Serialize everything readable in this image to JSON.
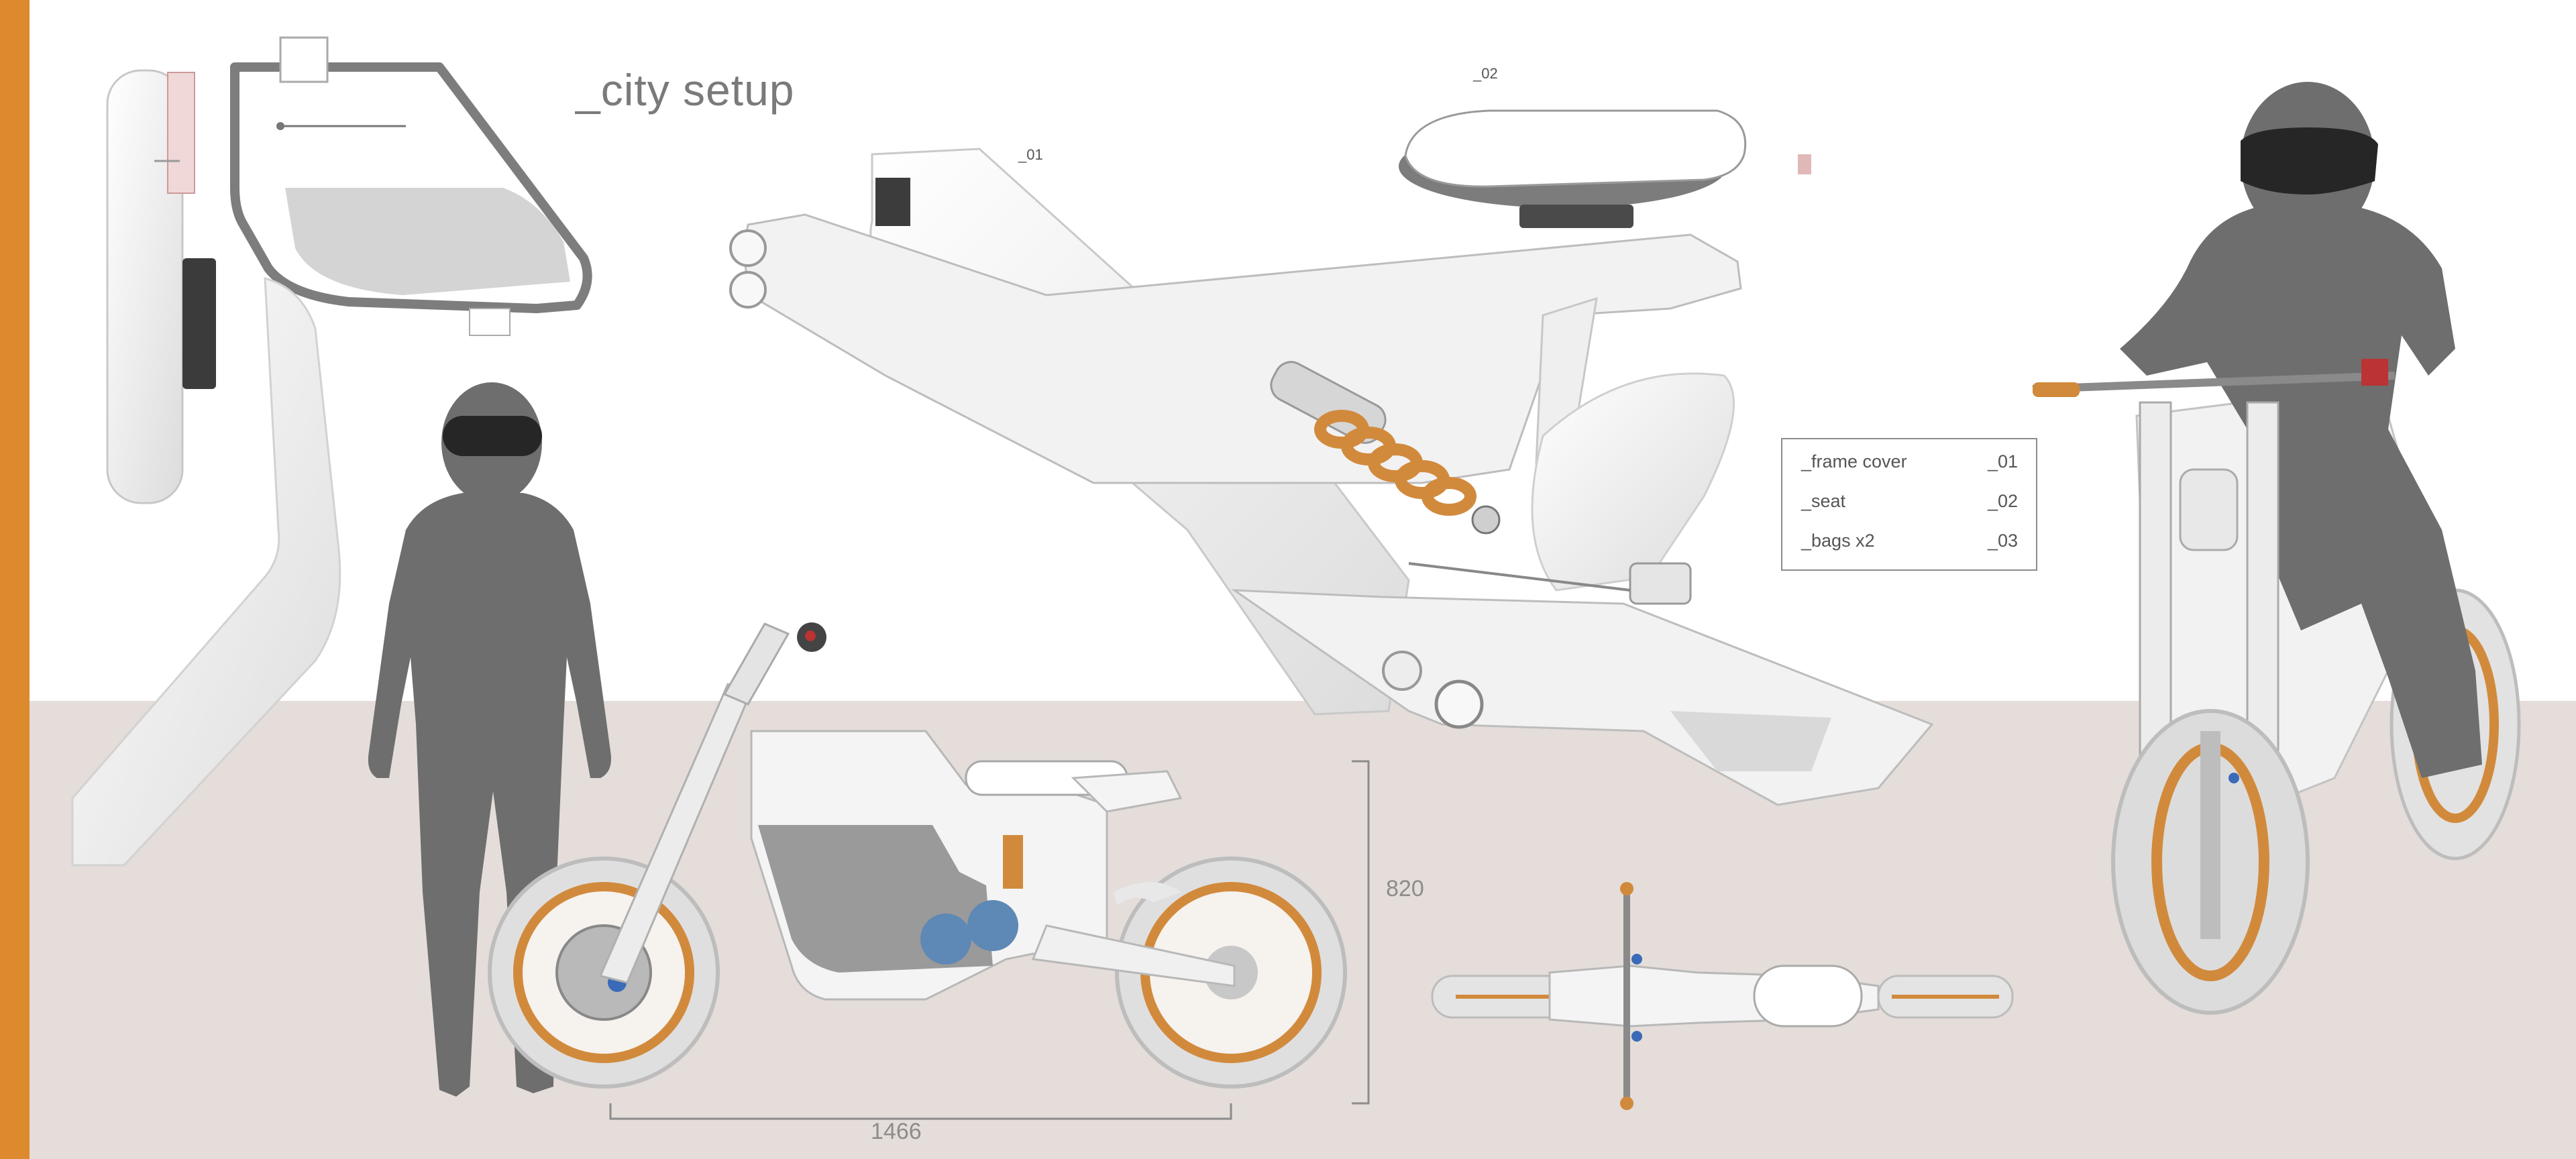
{
  "title": "_city setup",
  "colors": {
    "accent": "#DD8A2E",
    "floor": "#E4DDD9",
    "background": "#FFFFFF",
    "figure": "#6E6E6E",
    "frame_white": "#F3F3F3",
    "suspension_orange": "#D18A3C",
    "line_grey": "#8C8C8C"
  },
  "callouts": {
    "frame_cover": "_01",
    "seat": "_02"
  },
  "legend": {
    "items": [
      {
        "label": "_frame cover",
        "number": "_01"
      },
      {
        "label": "_seat",
        "number": "_02"
      },
      {
        "label": "_bags x2",
        "number": "_03"
      }
    ]
  },
  "dimensions": {
    "height": "820",
    "wheelbase": "1466"
  }
}
